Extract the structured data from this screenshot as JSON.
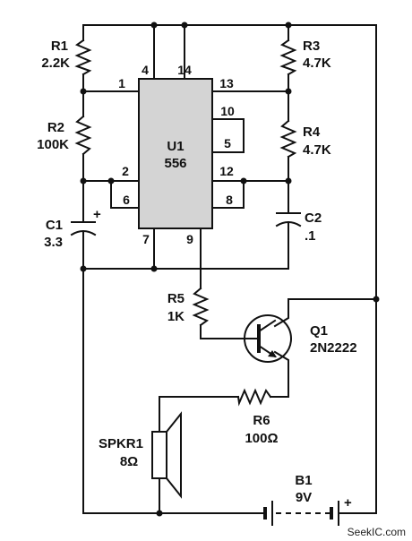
{
  "ic": {
    "ref": "U1",
    "part": "556"
  },
  "pins": {
    "p1": "1",
    "p2": "2",
    "p4": "4",
    "p5": "5",
    "p6": "6",
    "p7": "7",
    "p8": "8",
    "p9": "9",
    "p10": "10",
    "p12": "12",
    "p13": "13",
    "p14": "14"
  },
  "components": {
    "r1": {
      "ref": "R1",
      "value": "2.2K"
    },
    "r2": {
      "ref": "R2",
      "value": "100K"
    },
    "r3": {
      "ref": "R3",
      "value": "4.7K"
    },
    "r4": {
      "ref": "R4",
      "value": "4.7K"
    },
    "r5": {
      "ref": "R5",
      "value": "1K"
    },
    "r6": {
      "ref": "R6",
      "value": "100Ω"
    },
    "c1": {
      "ref": "C1",
      "value": "3.3",
      "polarity": "+"
    },
    "c2": {
      "ref": "C2",
      "value": ".1"
    },
    "q1": {
      "ref": "Q1",
      "value": "2N2222"
    },
    "spkr1": {
      "ref": "SPKR1",
      "value": "8Ω"
    },
    "b1": {
      "ref": "B1",
      "value": "9V",
      "polarity": "+"
    }
  },
  "watermark": "SeekIC.com"
}
